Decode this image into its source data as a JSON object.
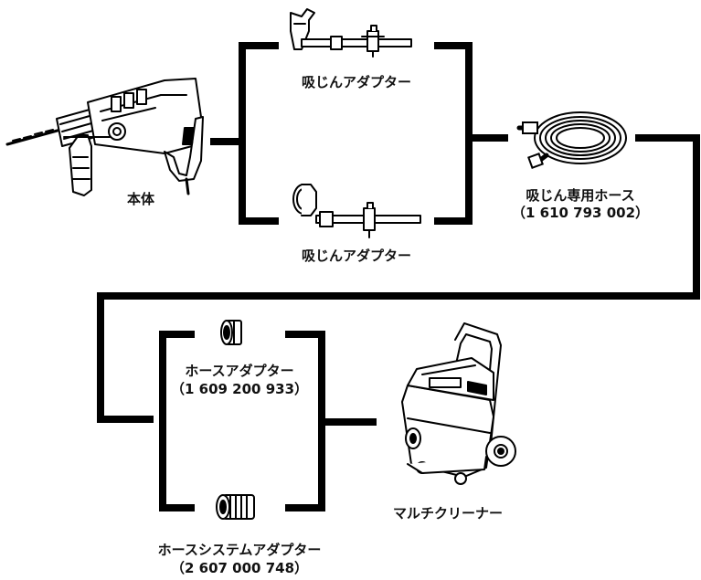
{
  "diagram": {
    "body_label": "本体",
    "adapter_top_label": "吸じんアダプター",
    "adapter_bottom_label": "吸じんアダプター",
    "hose_label": "吸じん専用ホース",
    "hose_part": "（1 610 793 002）",
    "hose_adapter_label": "ホースアダプター",
    "hose_adapter_part": "（1 609 200 933）",
    "hose_system_adapter_label": "ホースシステムアダプター",
    "hose_system_adapter_part": "（2 607 000 748）",
    "cleaner_label": "マルチクリーナー"
  },
  "colors": {
    "line": "#000000",
    "background": "#ffffff"
  }
}
